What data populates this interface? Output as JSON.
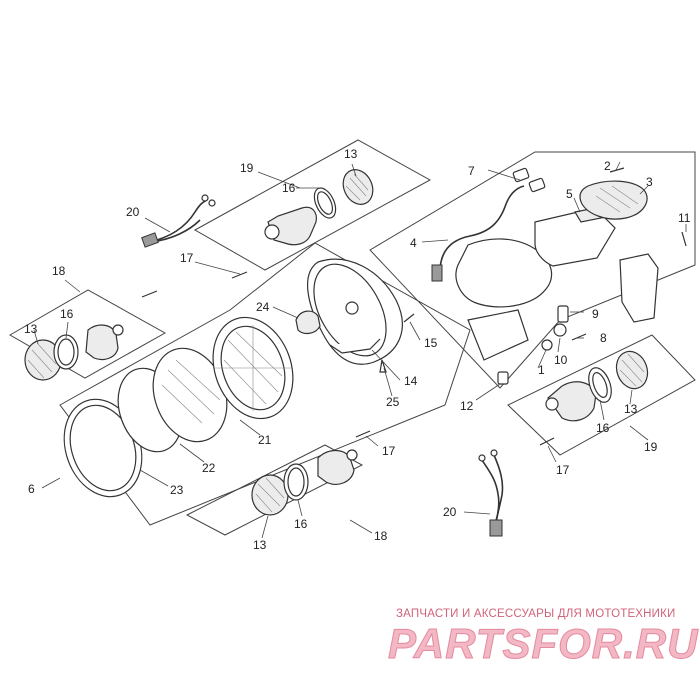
{
  "diagram": {
    "callouts": {
      "c1": "1",
      "c2": "2",
      "c3": "3",
      "c4": "4",
      "c5": "5",
      "c6": "6",
      "c7": "7",
      "c8": "8",
      "c9": "9",
      "c10": "10",
      "c11": "11",
      "c12": "12",
      "c13a": "13",
      "c13b": "13",
      "c13c": "13",
      "c13d": "13",
      "c14": "14",
      "c15": "15",
      "c16a": "16",
      "c16b": "16",
      "c16c": "16",
      "c16d": "16",
      "c17a": "17",
      "c17b": "17",
      "c17c": "17",
      "c18a": "18",
      "c18b": "18",
      "c19a": "19",
      "c19b": "19",
      "c20a": "20",
      "c20b": "20",
      "c21": "21",
      "c22": "22",
      "c23": "23",
      "c24": "24",
      "c25": "25"
    }
  },
  "watermark": {
    "tagline": "ЗАПЧАСТИ И АКСЕССУАРЫ ДЛЯ МОТОТЕХНИКИ",
    "brand": "PARTSFOR.RU"
  },
  "colors": {
    "watermark_pink": "#e58aa0",
    "line": "#333333"
  }
}
